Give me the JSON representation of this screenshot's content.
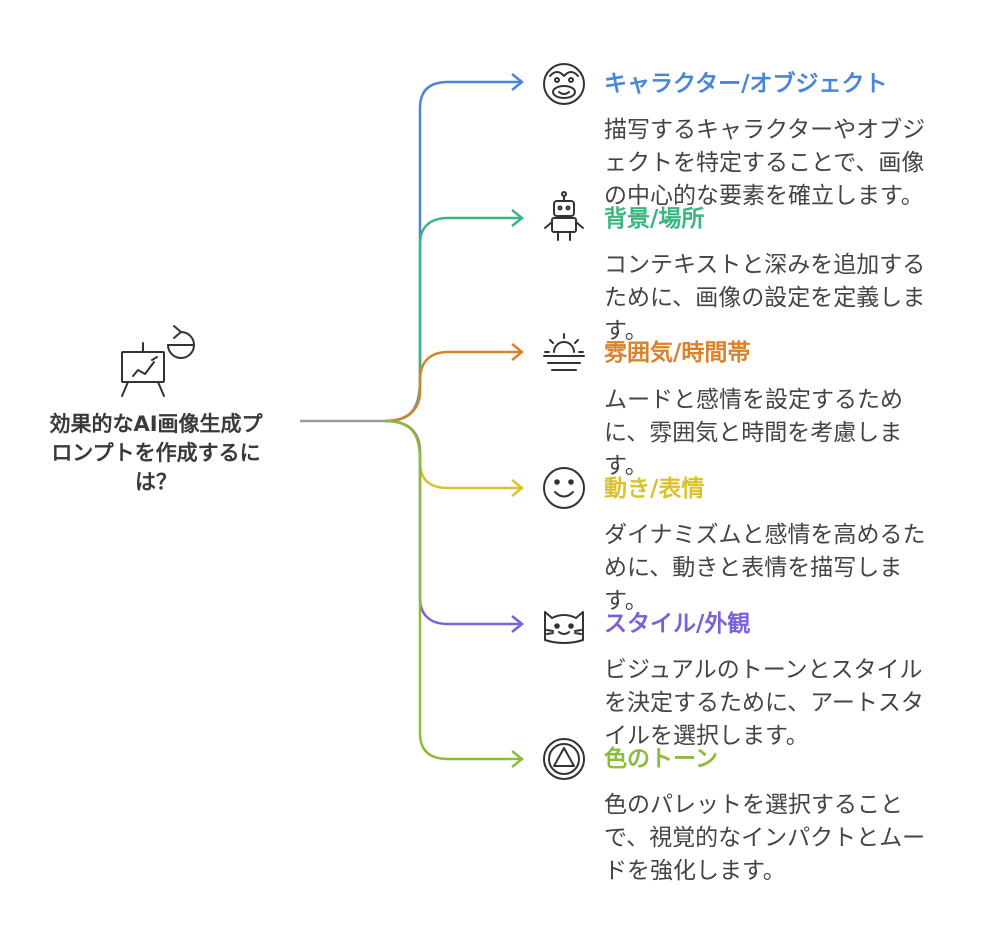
{
  "root": {
    "title_line1": "効果的なAI画像生成プ",
    "title_line2": "ロンプトを作成するに",
    "title_line3": "は？",
    "icon": "easel-refresh-icon"
  },
  "branches": [
    {
      "title": "キャラクター/オブジェクト",
      "desc_line1": "描写するキャラクターやオブジ",
      "desc_line2": "ェクトを特定することで、画像",
      "desc_line3": "の中心的な要素を確立します。",
      "color": "#4a86d8",
      "icon": "monkey-face-icon"
    },
    {
      "title": "背景/場所",
      "desc_line1": "コンテキストと深みを追加する",
      "desc_line2": "ために、画像の設定を定義しま",
      "desc_line3": "す。",
      "color": "#3db580",
      "icon": "robot-icon"
    },
    {
      "title": "雰囲気/時間帯",
      "desc_line1": "ムードと感情を設定するため",
      "desc_line2": "に、雰囲気と時間を考慮しま",
      "desc_line3": "す。",
      "color": "#d9822b",
      "icon": "sunset-icon"
    },
    {
      "title": "動き/表情",
      "desc_line1": "ダイナミズムと感情を高めるた",
      "desc_line2": "めに、動きと表情を描写しま",
      "desc_line3": "す。",
      "color": "#d9c22e",
      "icon": "smiley-face-icon"
    },
    {
      "title": "スタイル/外観",
      "desc_line1": "ビジュアルのトーンとスタイル",
      "desc_line2": "を決定するために、アートスタ",
      "desc_line3": "イルを選択します。",
      "color": "#7b5fdc",
      "icon": "cat-face-icon"
    },
    {
      "title": "色のトーン",
      "desc_line1": "色のパレットを選択すること",
      "desc_line2": "で、視覚的なインパクトとムー",
      "desc_line3": "ドを強化します。",
      "color": "#8dbb3c",
      "icon": "triangle-circle-icon"
    }
  ],
  "colors": {
    "root_line": "#9a9a9a",
    "icon_stroke": "#333333",
    "root_text": "#3a3a3a",
    "desc_text": "#444444"
  }
}
